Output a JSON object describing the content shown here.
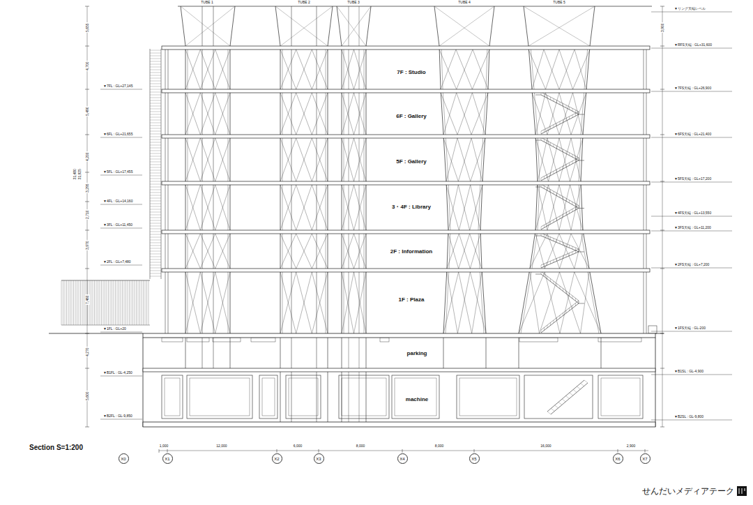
{
  "diagram": {
    "title": "Section S=1:200",
    "nodes": [
      {
        "text": [
          "X0"
        ]
      },
      {
        "text": [
          "X1"
        ]
      },
      {
        "text": [
          "X2"
        ]
      },
      {
        "text": [
          "X3"
        ]
      },
      {
        "text": [
          "X4"
        ]
      },
      {
        "text": [
          "X5"
        ]
      },
      {
        "text": [
          "X6"
        ]
      },
      {
        "text": [
          "X7"
        ]
      }
    ],
    "labels": [
      "TUBE 1",
      "TUBE 2",
      "TUBE 3",
      "TUBE 4",
      "TUBE 5",
      "7F : Studio",
      "6F : Gallery",
      "5F : Gallery",
      "3・4F : Library",
      "2F : Information",
      "1F : Plaza",
      "parking",
      "machine",
      "1,000",
      "12,000",
      "6,000",
      "8,000",
      "8,000",
      "16,000",
      "2,900",
      "▼7FL : GL+27,145",
      "▼6FL : GL+21,655",
      "▼5FL : GL+17,455",
      "▼4FL : GL+14,160",
      "▼3FL : GL+11,450",
      "▼2FL : GL+7,480",
      "▼1FL : GL+20",
      "▼B1FL : GL-4,250",
      "▼B2FL : GL-9,850",
      "5,655",
      "4,700",
      "5,490",
      "4,200",
      "3,295",
      "2,710",
      "3,970",
      "7,460",
      "4,270",
      "5,600",
      "31,480",
      "31,925",
      "▼リング天端レベル",
      "▼RFS天端 : GL+31,600",
      "▼7FS天端 : GL+26,900",
      "▼6FS天端 : GL+21,400",
      "▼5FS天端 : GL+17,200",
      "▼4FS天端 : GL+13,550",
      "▼3FS天端 : GL+11,200",
      "▼2FS天端 : GL+7,200",
      "▼1FS天端 : GL-200",
      "▼B1SL : GL-4,900",
      "▼B2SL : GL-9,800",
      "3,900",
      "せんだいメディアテーク"
    ]
  }
}
